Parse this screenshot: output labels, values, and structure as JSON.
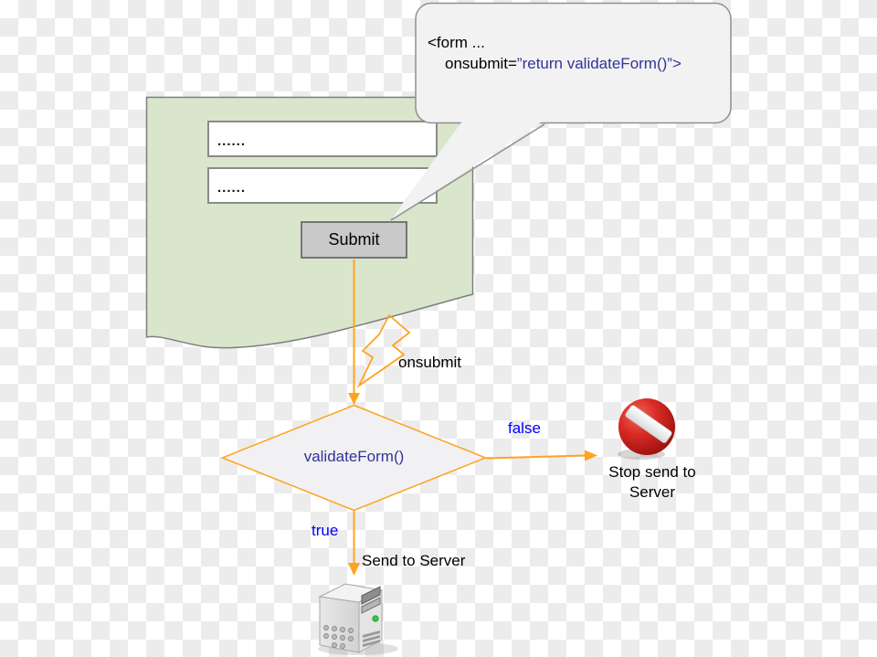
{
  "callout": {
    "line1": "<form ...",
    "line2_prefix": "onsubmit=",
    "line2_code": "”return validateForm()”>"
  },
  "form": {
    "field1_text": "......",
    "field2_text": "......",
    "submit_label": "Submit"
  },
  "flow": {
    "event_label": "onsubmit",
    "decision_label": "validateForm()",
    "false_label": "false",
    "true_label": "true",
    "send_label": "Send to Server",
    "stop_line1": "Stop send to",
    "stop_line2": "Server"
  },
  "icons": {
    "lightning": "lightning-bolt-icon",
    "no_entry": "no-entry-icon",
    "server": "server-tower-icon"
  },
  "colors": {
    "arrow_orange": "#FFA320",
    "code_navy": "#333399",
    "branch_blue": "#0000FF",
    "form_green": "#D9E6CC",
    "panel_gray": "#F2F2F2",
    "button_gray": "#C9C9C9",
    "stop_red": "#CC1F1F",
    "led_green": "#2ECC40"
  }
}
